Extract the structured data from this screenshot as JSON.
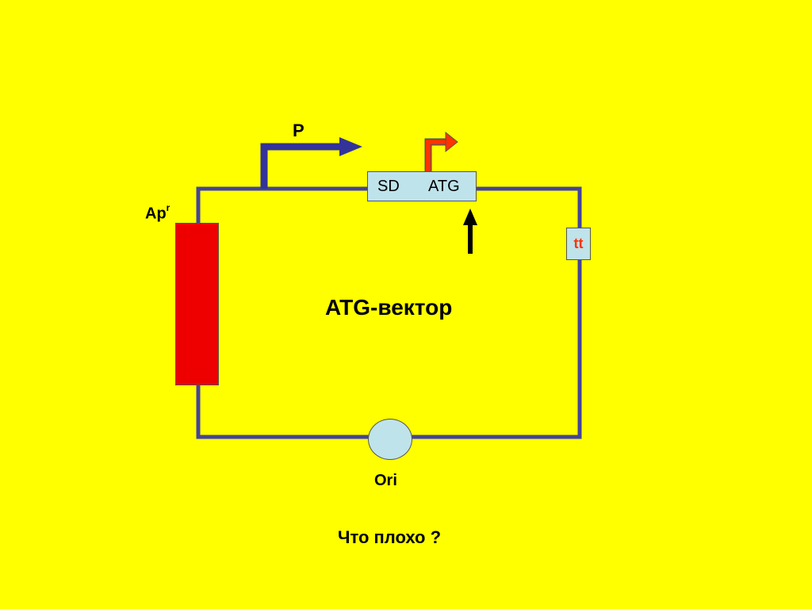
{
  "labels": {
    "promoter": "P",
    "sd": "SD",
    "atg": "ATG",
    "apr_base": "Ap",
    "apr_sup": "r",
    "terminator": "tt",
    "vector_name": "ATG-вектор",
    "ori": "Ori",
    "question": "Что плохо ?"
  },
  "colors": {
    "background": "#ffff00",
    "circuit_line": "#44449a",
    "promoter_arrow": "#333399",
    "start_arrow": "#ff3300",
    "amp_resistance": "#ee0000",
    "element_fill": "#bfe3ea",
    "terminator_text": "#ff3300"
  }
}
